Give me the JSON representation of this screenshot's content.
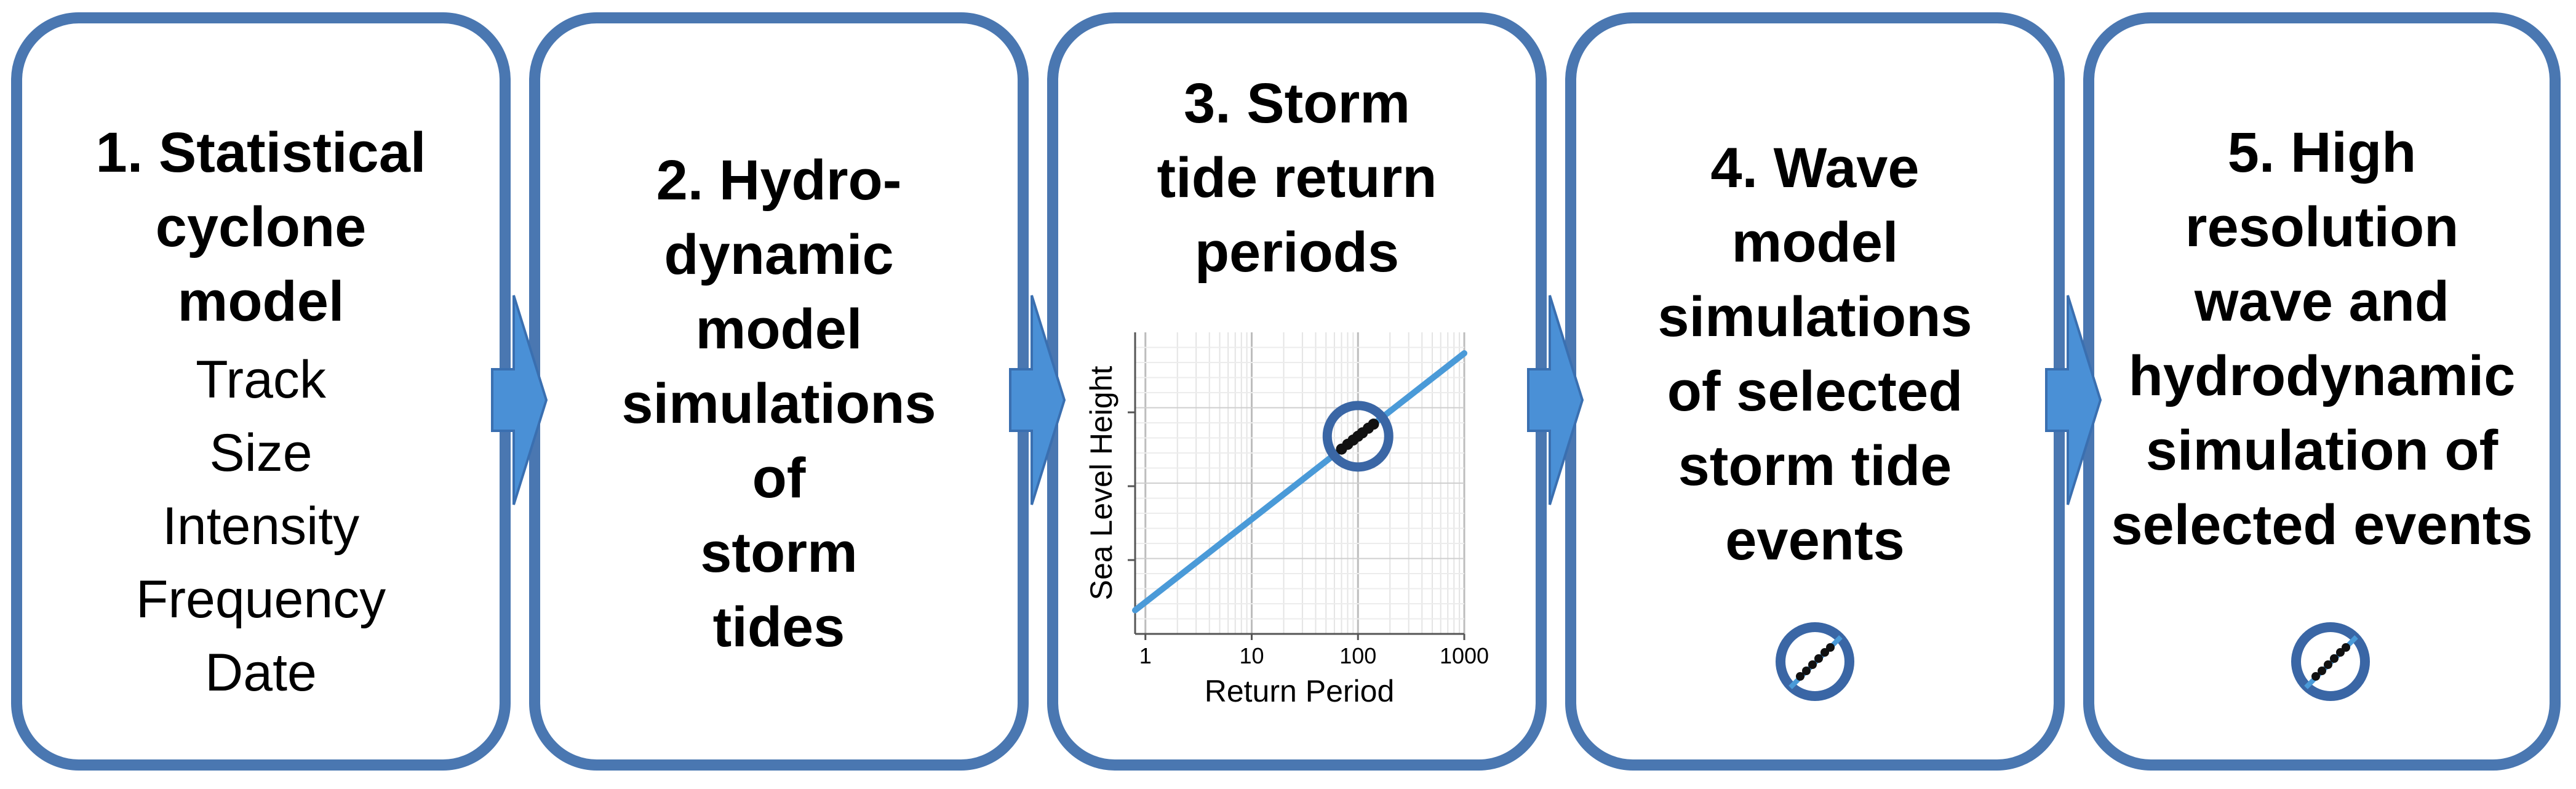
{
  "steps": [
    {
      "title": [
        "1. Statistical",
        "cyclone",
        "model"
      ],
      "items": [
        "Track",
        "Size",
        "Intensity",
        "Frequency",
        "Date"
      ]
    },
    {
      "title": [
        "2. Hydro-",
        "dynamic",
        "model",
        "simulations",
        "of",
        "storm",
        "tides"
      ]
    },
    {
      "title": [
        "3. Storm",
        "tide return",
        "periods"
      ]
    },
    {
      "title": [
        "4. Wave",
        "model",
        "simulations",
        "of selected",
        "storm tide",
        "events"
      ]
    },
    {
      "title": [
        "5. High",
        "resolution",
        "wave and",
        "hydrodynamic",
        "simulation of",
        "selected events"
      ]
    }
  ],
  "colors": {
    "border": "#4a77b1",
    "arrow": "#4a90d6",
    "line": "#4a9ad8",
    "text": "#000000"
  },
  "chart_data": {
    "type": "line",
    "xlabel": "Return Period",
    "ylabel": "Sea Level Height",
    "x_scale": "log",
    "x_ticks": [
      "1",
      "10",
      "100",
      "1000"
    ],
    "xlim": [
      0.8,
      1000
    ],
    "grid": true,
    "series": [
      {
        "x": [
          0.8,
          1000
        ],
        "y": [
          0.08,
          0.95
        ]
      }
    ],
    "highlight_points_x": [
      70,
      80,
      90,
      100,
      110,
      125,
      140
    ],
    "highlight_center_x": 100
  }
}
